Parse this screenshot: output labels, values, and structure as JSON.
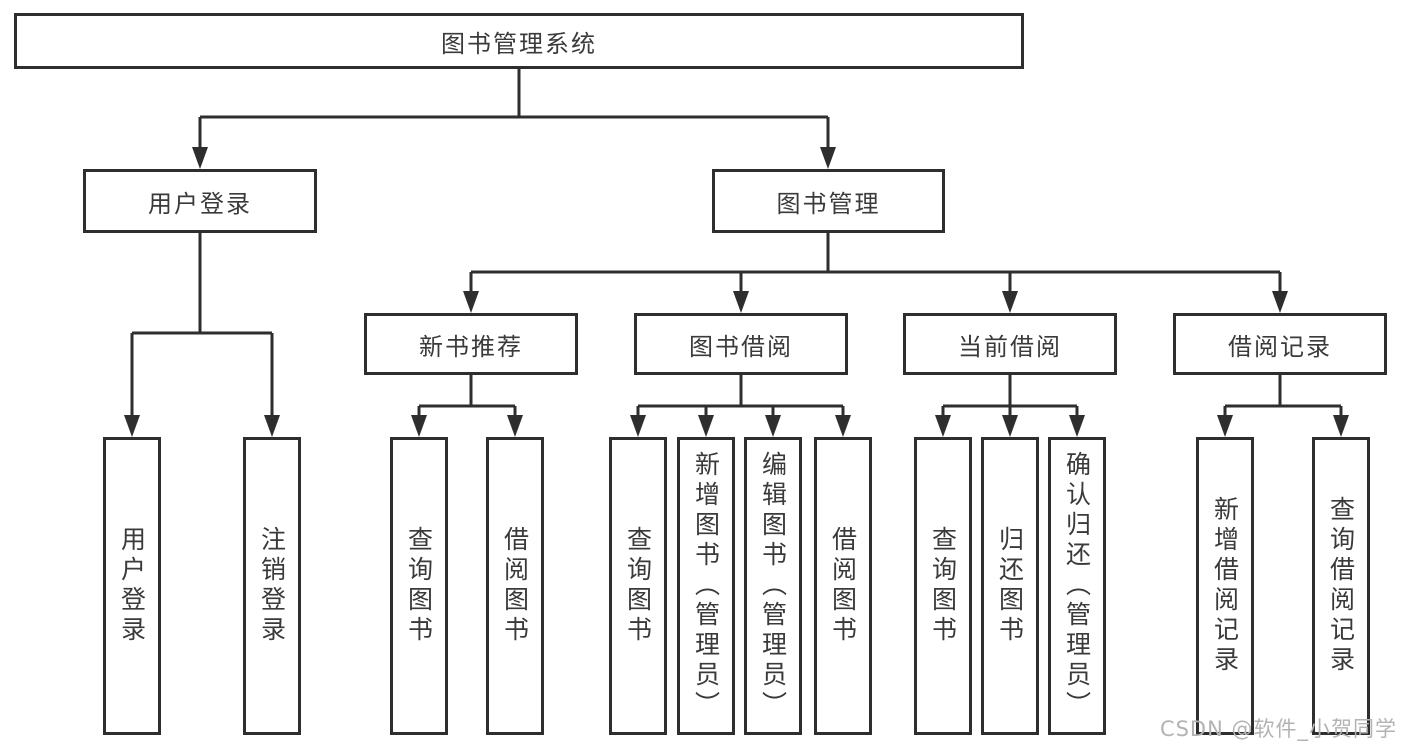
{
  "tree": {
    "label": "图书管理系统",
    "children": [
      {
        "label": "用户登录",
        "children": [
          {
            "label": "用户登录"
          },
          {
            "label": "注销登录"
          }
        ]
      },
      {
        "label": "图书管理",
        "children": [
          {
            "label": "新书推荐",
            "children": [
              {
                "label": "查询图书"
              },
              {
                "label": "借阅图书"
              }
            ]
          },
          {
            "label": "图书借阅",
            "children": [
              {
                "label": "查询图书"
              },
              {
                "label": "新增图书（管理员）"
              },
              {
                "label": "编辑图书（管理员）"
              },
              {
                "label": "借阅图书"
              }
            ]
          },
          {
            "label": "当前借阅",
            "children": [
              {
                "label": "查询图书"
              },
              {
                "label": "归还图书"
              },
              {
                "label": "确认归还（管理员）"
              }
            ]
          },
          {
            "label": "借阅记录",
            "children": [
              {
                "label": "新增借阅记录"
              },
              {
                "label": "查询借阅记录"
              }
            ]
          }
        ]
      }
    ]
  },
  "watermark": {
    "text": "CSDN @软件_小贺同学"
  },
  "colors": {
    "line": "#2e2e2e",
    "border": "#2e2e2e",
    "text": "#3a3a3a",
    "watermark": "#b3b3b3",
    "background": "#ffffff"
  }
}
